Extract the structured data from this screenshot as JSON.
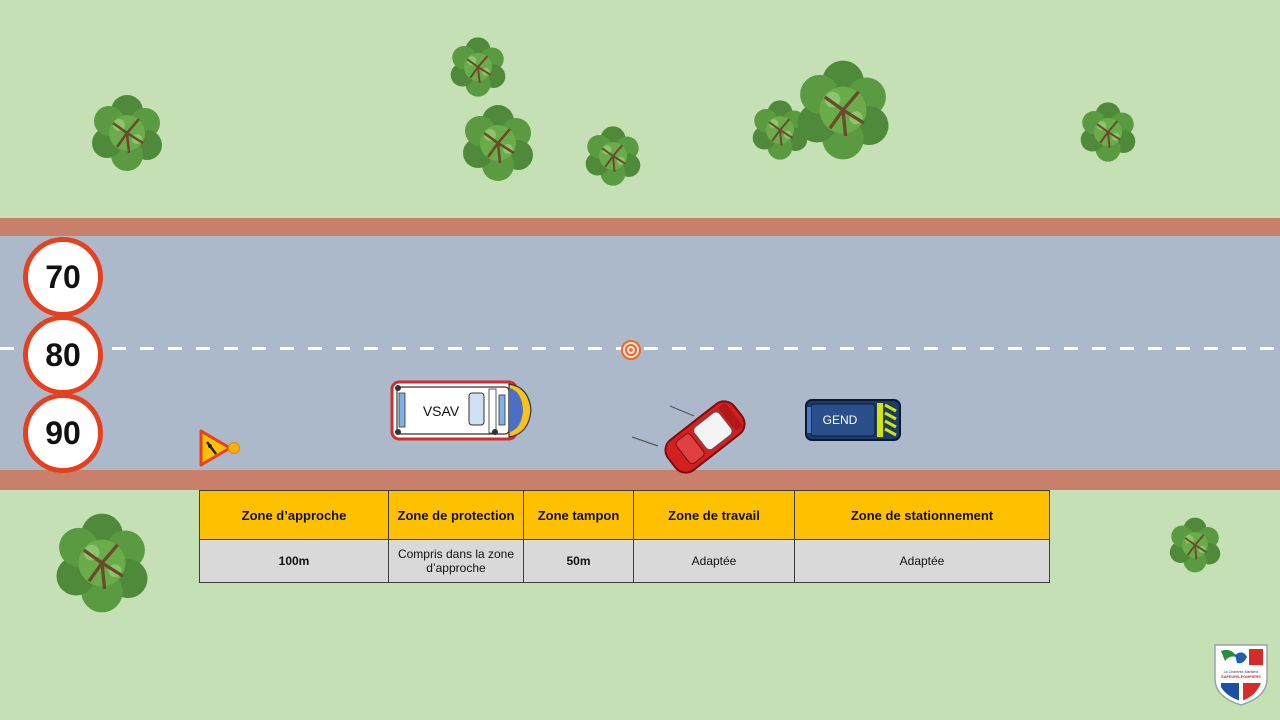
{
  "speed_signs": [
    {
      "label": "70"
    },
    {
      "label": "80"
    },
    {
      "label": "90"
    }
  ],
  "vehicles": {
    "ambulance_label": "VSAV",
    "police_label": "GEND"
  },
  "zones_table": {
    "headers": [
      "Zone d’approche",
      "Zone de protection",
      "Zone tampon",
      "Zone de travail",
      "Zone de stationnement"
    ],
    "values": [
      "100m",
      "Compris dans la zone d’approche",
      "50m",
      "Adaptée",
      "Adaptée"
    ]
  },
  "logo": {
    "text_line1": "La Charente-Maritime",
    "text_line2": "SAPEURS-POMPIERS"
  },
  "colors": {
    "grass": "#c5e0b4",
    "road": "#acb9ca",
    "shoulder": "#c8806a",
    "table_header": "#ffc000",
    "table_values": "#d9d9d9",
    "sign_border": "#e5401f"
  }
}
